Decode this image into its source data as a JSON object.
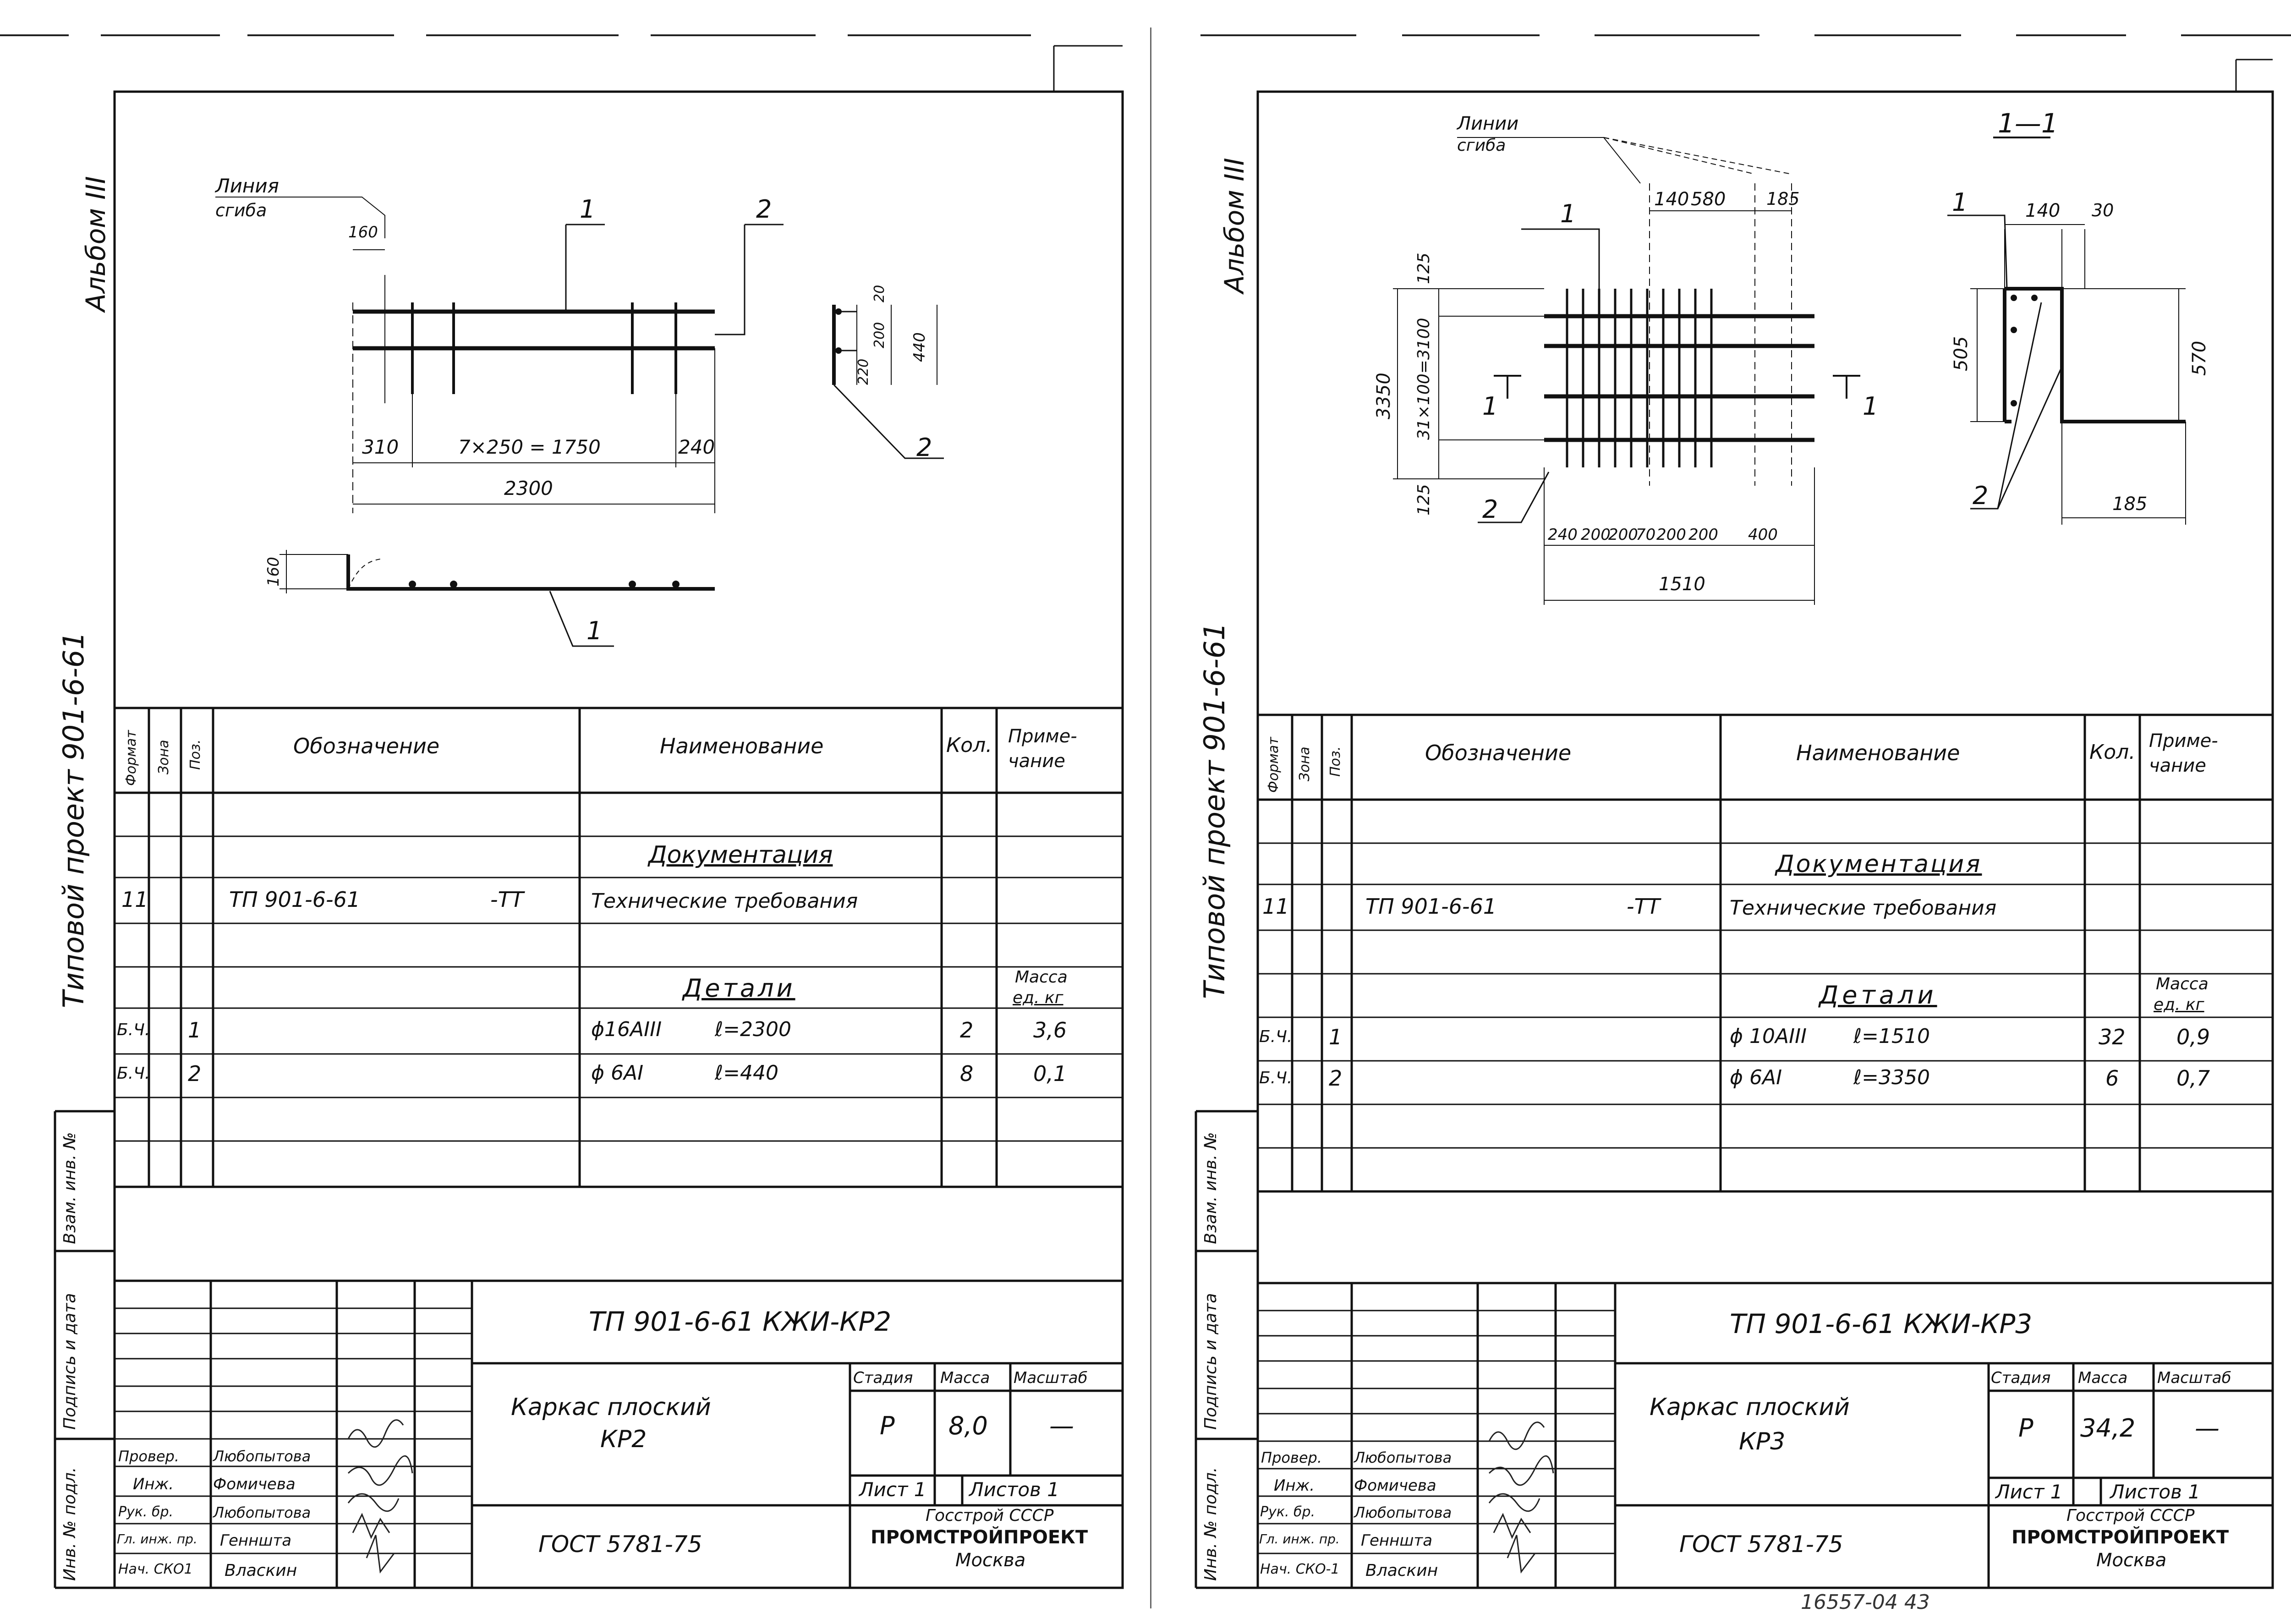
{
  "page": {
    "edge_stubs": [
      "",
      ""
    ],
    "footer_note": "16557-04   43"
  },
  "sheets": [
    {
      "id": "kr2",
      "margin": {
        "album": "Альбом  III",
        "project": "Типовой   проект   901-6-61",
        "stamp_fields": [
          "Инв. № подл.",
          "Подпись и дата",
          "Взам. инв. №"
        ]
      },
      "drawing": {
        "bend_line_label": [
          "Линия",
          "сгиба"
        ],
        "pos_labels": [
          "1",
          "2",
          "2",
          "1"
        ],
        "dims": {
          "d160_top": "160",
          "d310": "310",
          "d_mid": "7×250 = 1750",
          "d240": "240",
          "d2300": "2300",
          "d20": "20",
          "d200": "200",
          "d220": "220",
          "d440": "440",
          "d160_side": "160"
        }
      },
      "spec": {
        "headers": {
          "format": "Формат",
          "zone": "Зона",
          "pos": "Поз.",
          "designation": "Обозначение",
          "name": "Наименование",
          "qty": "Кол.",
          "note": "Приме-\nчание"
        },
        "section_doc": "Документация",
        "doc_row": {
          "format": "11",
          "designation": "ТП 901-6-61",
          "suffix": "-ТТ",
          "name": "Технические требования"
        },
        "section_parts": "Детали",
        "mass_note": [
          "Масса",
          "ед. кг"
        ],
        "rows": [
          {
            "format": "Б.Ч.",
            "pos": "1",
            "name": "ϕ16АIII",
            "length": "ℓ=2300",
            "qty": "2",
            "mass": "3,6"
          },
          {
            "format": "Б.Ч.",
            "pos": "2",
            "name": "ϕ 6АI",
            "length": "ℓ=440",
            "qty": "8",
            "mass": "0,1"
          }
        ]
      },
      "title_block": {
        "code": "ТП 901-6-61   КЖИ-КР2",
        "title": [
          "Каркас   плоский",
          "КР2"
        ],
        "stage_h": "Стадия",
        "mass_h": "Масса",
        "scale_h": "Масштаб",
        "stage": "Р",
        "mass": "8,0",
        "scale": "—",
        "sheet": "Лист  1",
        "sheets": "Листов  1",
        "gost": "ГОСТ   5781-75",
        "org": [
          "Госстрой  СССР",
          "ПРОМСТРОЙПРОЕКТ",
          "Москва"
        ],
        "staff": [
          {
            "role": "Провер.",
            "name": "Любопытова"
          },
          {
            "role": "Инж.",
            "name": "Фомичева"
          },
          {
            "role": "Рук. бр.",
            "name": "Любопытова"
          },
          {
            "role": "Гл. инж. пр.",
            "name": "Генншта"
          },
          {
            "role": "Нач. СКО1",
            "name": "Власкин"
          }
        ]
      }
    },
    {
      "id": "kr3",
      "margin": {
        "album": "Альбом  III",
        "project": "Типовой   проект   901-6-61",
        "stamp_fields": [
          "Инв. № подл.",
          "Подпись и дата",
          "Взам. инв. №"
        ]
      },
      "drawing": {
        "bend_line_label": [
          "Линии",
          "сгиба"
        ],
        "section_label": "1—1",
        "pos_labels": [
          "1",
          "2",
          "1",
          "2"
        ],
        "cut_marks": [
          "1",
          "1"
        ],
        "dims": {
          "d140": "140",
          "d580": "580",
          "d185": "185",
          "d3350": "3350",
          "d125a": "125",
          "d_mid": "31×100=3100",
          "d125b": "125",
          "bottom_chain": [
            "240",
            "200",
            "200",
            "70",
            "200",
            "200",
            "400"
          ],
          "d1510": "1510",
          "s140": "140",
          "s30": "30",
          "s505": "505",
          "s570": "570",
          "s185": "185"
        }
      },
      "spec": {
        "headers": {
          "format": "Формат",
          "zone": "Зона",
          "pos": "Поз.",
          "designation": "Обозначение",
          "name": "Наименование",
          "qty": "Кол.",
          "note": "Приме-\nчание"
        },
        "section_doc": "Документация",
        "doc_row": {
          "format": "11",
          "designation": "ТП 901-6-61",
          "suffix": "-ТТ",
          "name": "Технические требования"
        },
        "section_parts": "Детали",
        "mass_note": [
          "Масса",
          "ед. кг"
        ],
        "rows": [
          {
            "format": "Б.Ч.",
            "pos": "1",
            "name": "ϕ 10АIII",
            "length": "ℓ=1510",
            "qty": "32",
            "mass": "0,9"
          },
          {
            "format": "Б.Ч.",
            "pos": "2",
            "name": "ϕ 6АI",
            "length": "ℓ=3350",
            "qty": "6",
            "mass": "0,7"
          }
        ]
      },
      "title_block": {
        "code": "ТП 901-6-61    КЖИ-КР3",
        "title": [
          "Каркас   плоский",
          "КР3"
        ],
        "stage_h": "Стадия",
        "mass_h": "Масса",
        "scale_h": "Масштаб",
        "stage": "Р",
        "mass": "34,2",
        "scale": "—",
        "sheet": "Лист  1",
        "sheets": "Листов  1",
        "gost": "ГОСТ   5781-75",
        "org": [
          "Госстрой  СССР",
          "ПРОМСТРОЙПРОЕКТ",
          "Москва"
        ],
        "staff": [
          {
            "role": "Провер.",
            "name": "Любопытова"
          },
          {
            "role": "Инж.",
            "name": "Фомичева"
          },
          {
            "role": "Рук. бр.",
            "name": "Любопытова"
          },
          {
            "role": "Гл. инж. пр.",
            "name": "Генншта"
          },
          {
            "role": "Нач. СКО-1",
            "name": "Власкин"
          }
        ]
      }
    }
  ]
}
